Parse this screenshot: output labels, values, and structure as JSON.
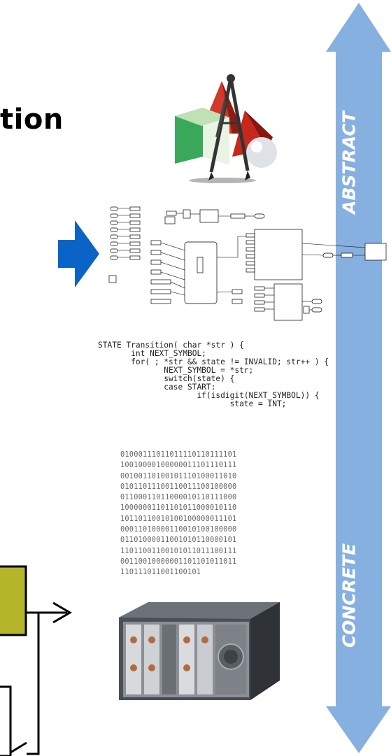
{
  "title_fragment": "tion",
  "axis": {
    "top_label": "ABSTRACT",
    "bottom_label": "CONCRETE",
    "color": "#86b0e0"
  },
  "code_listing": "STATE Transition( char *str ) {\n       int NEXT_SYMBOL;\n       for( ; *str && state != INVALID; str++ ) {\n              NEXT_SYMBOL = *str;\n              switch(state) {\n              case START:\n                     if(isdigit(NEXT_SYMBOL)) {\n                            state = INT;",
  "binary_text": "01000111011011110110111101\n10010000100000011101110111\n00100110100101110100011010\n01011011100110011100100000\n01100011011000010110111000\n10000001101101011000010110\n10110110010100100000011101\n00011010000110010100100000\n01101000011001010110000101\n11011001100101011011100111\n00110010000001101101011011\n110111011001100101",
  "icons": {
    "geometry_clipart": "geometry-compass-clipart",
    "block_diagram": "simulink-block-diagram",
    "hardware": "embedded-hardware-chassis",
    "right_arrow": "blue-right-arrow"
  },
  "colors": {
    "blue_arrow": "#0a64c8",
    "olive_box": "#b5b52a"
  }
}
